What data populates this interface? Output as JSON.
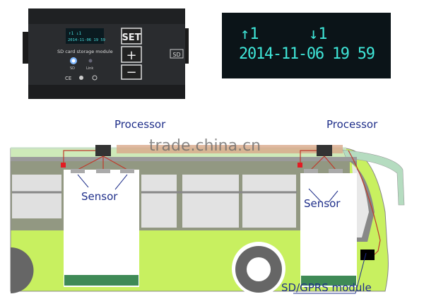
{
  "device": {
    "title": "SD card storage module",
    "mini_display_line1": "↑1   ↓1",
    "mini_display_line2": "2014-11-06 19 59",
    "buttons": [
      "SET",
      "+",
      "−"
    ],
    "leds": [
      "SD",
      "Link"
    ],
    "sd_slot_label": "SD",
    "cert_marks": [
      "CE"
    ]
  },
  "display": {
    "up_count": "↑1",
    "down_count": "↓1",
    "datetime": "2014-11-06 19 59",
    "text_color": "#3fe6d8"
  },
  "diagram": {
    "labels": {
      "processor_left": "Processor",
      "processor_right": "Processor",
      "sensor_left": "Sensor",
      "sensor_right": "Sensor",
      "module": "SD/GPRS module"
    },
    "watermark": "trade.china.cn",
    "colors": {
      "bus_body": "#c8f060",
      "label": "#1f2f8a",
      "wire": "#c0392b"
    }
  }
}
